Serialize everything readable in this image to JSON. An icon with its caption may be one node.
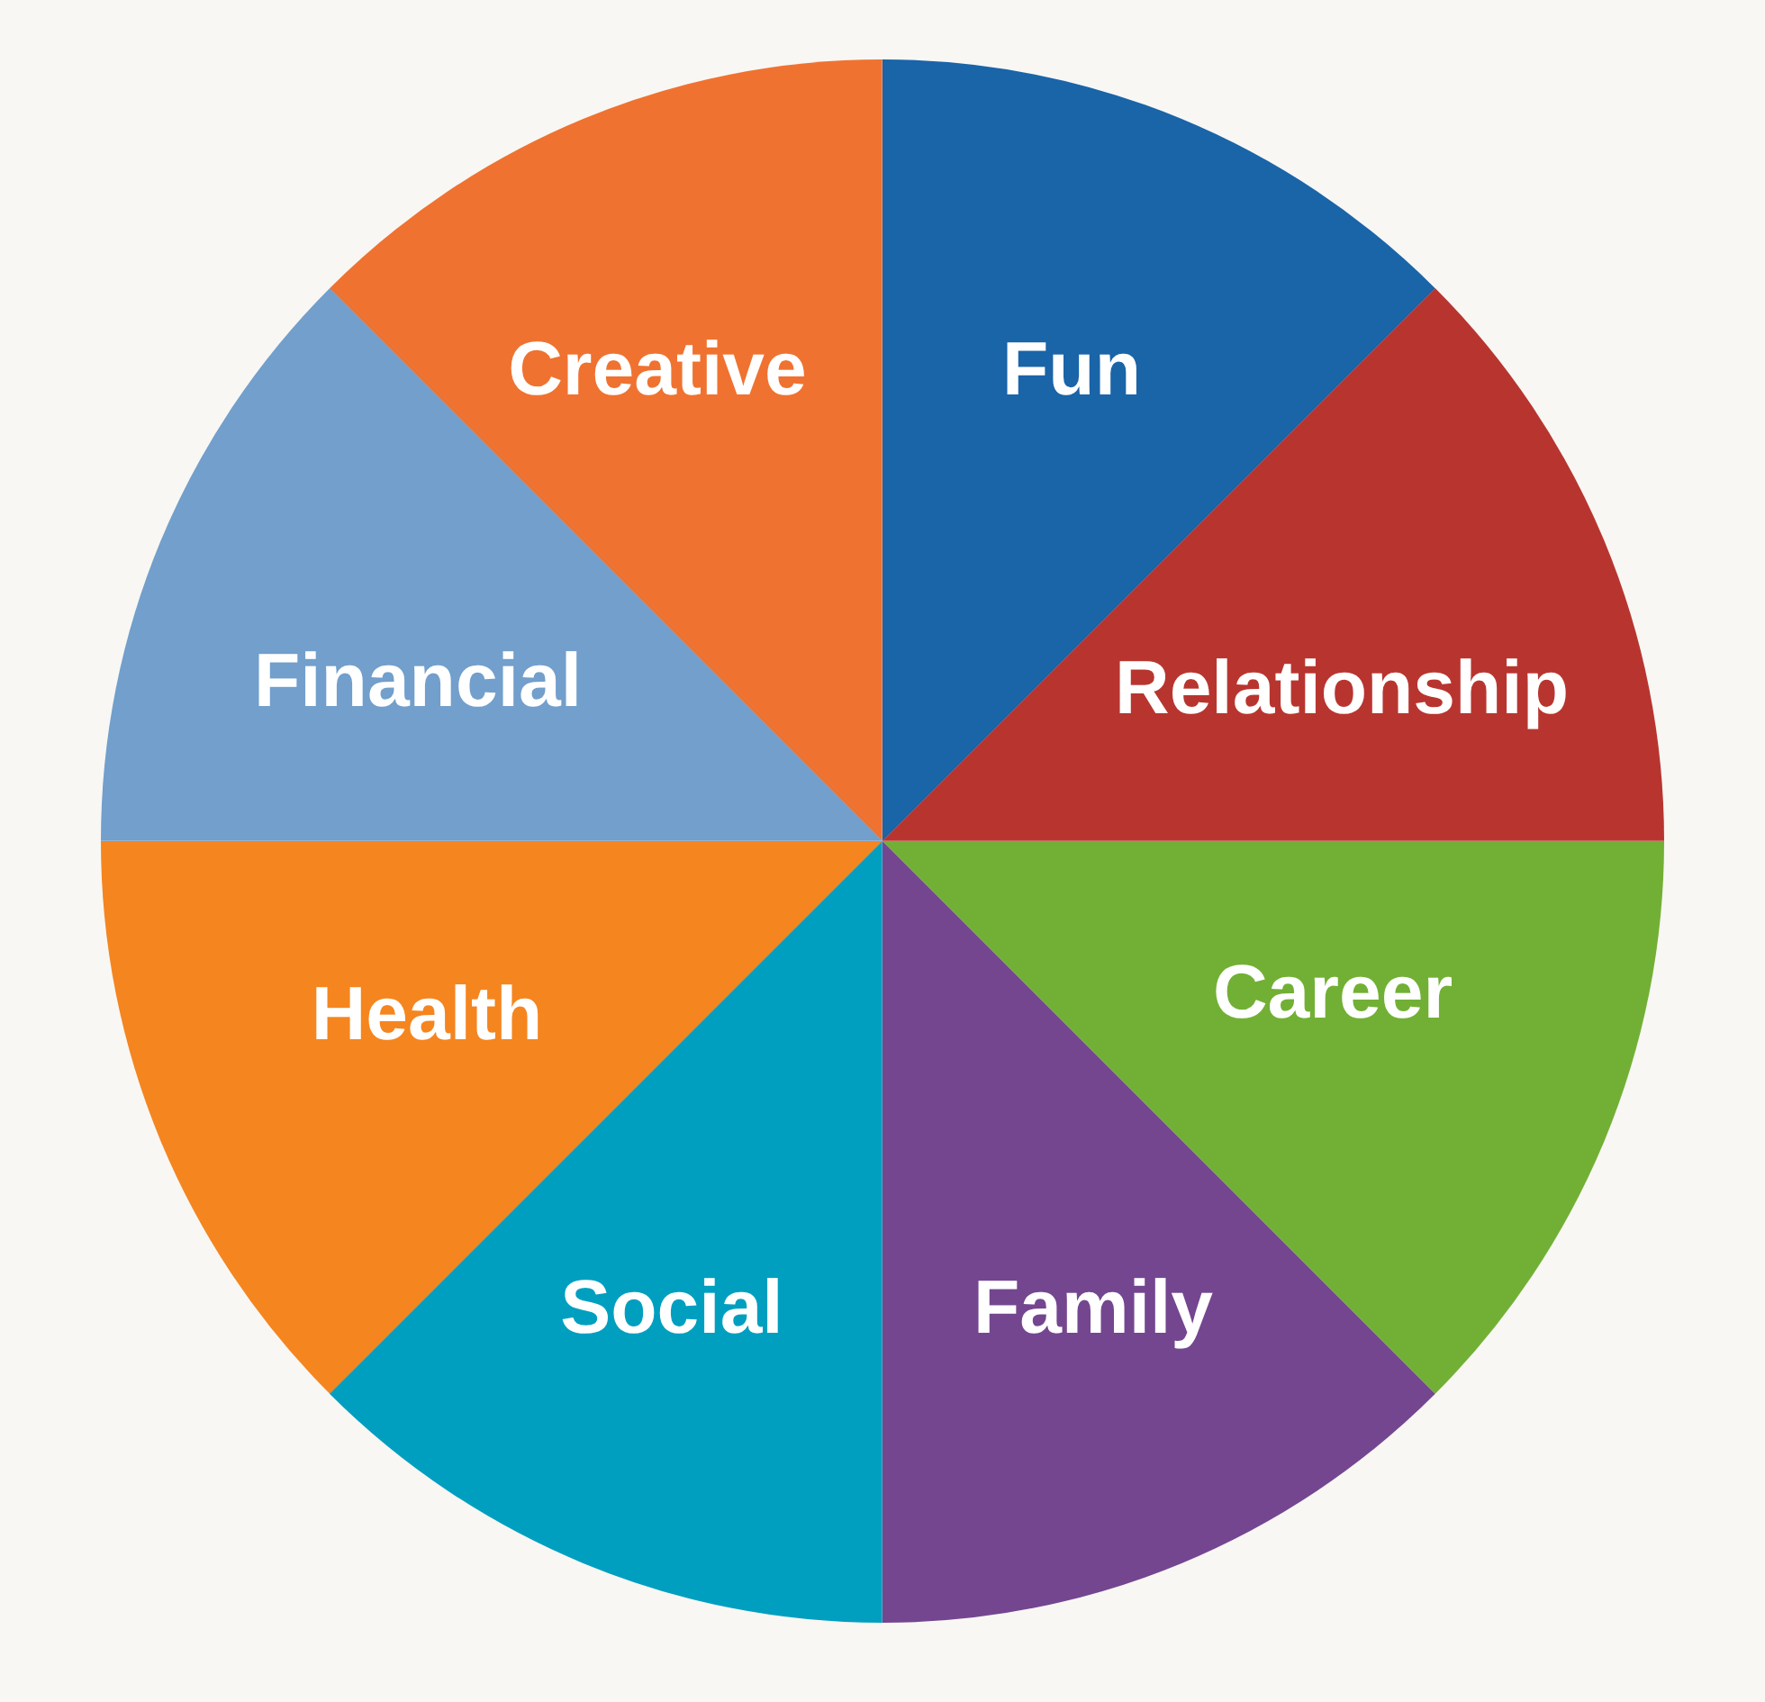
{
  "diagram": {
    "nodes": [
      {
        "text": [
          "Creative"
        ]
      },
      {
        "text": [
          "Fun"
        ]
      },
      {
        "text": [
          "Financial"
        ]
      },
      {
        "text": [
          "Relationship"
        ]
      },
      {
        "text": [
          "Health"
        ]
      },
      {
        "text": [
          "Career"
        ]
      },
      {
        "text": [
          "Social"
        ]
      },
      {
        "text": [
          "Family"
        ]
      }
    ]
  }
}
